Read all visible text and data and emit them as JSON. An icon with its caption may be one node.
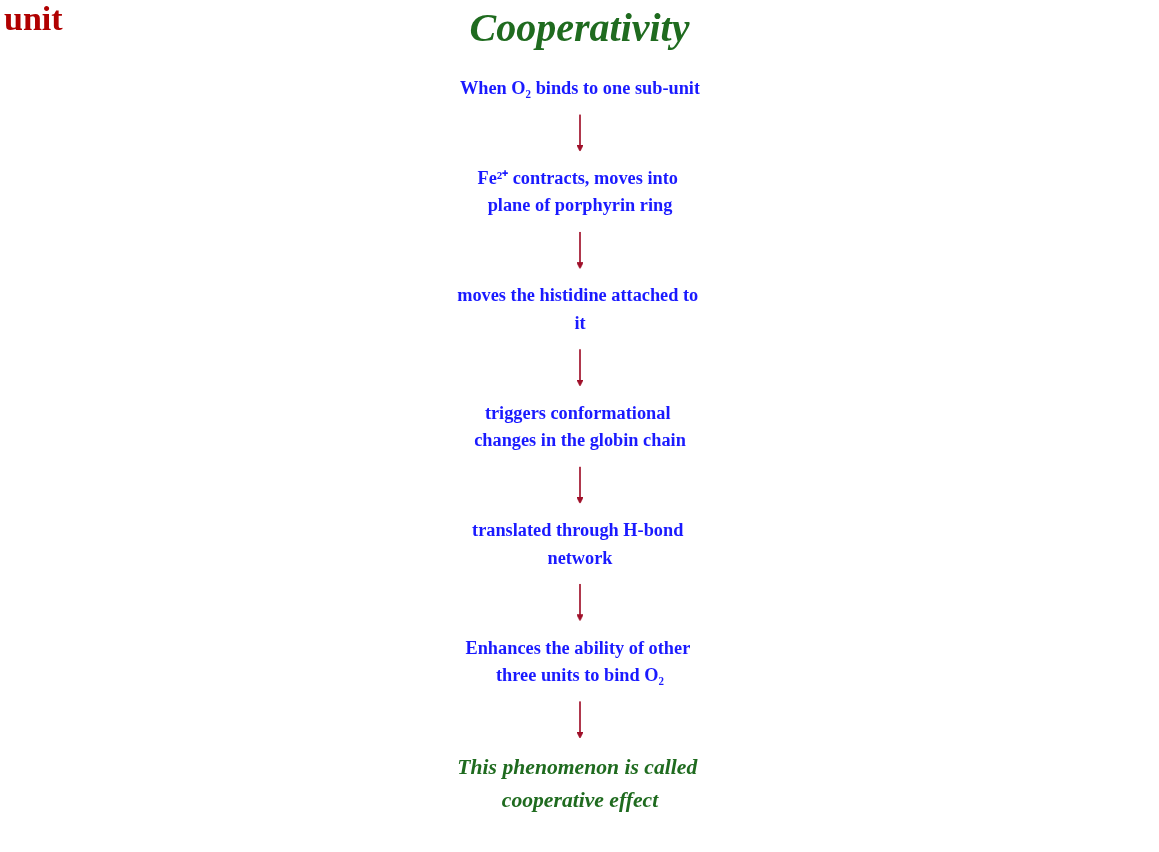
{
  "diagram": {
    "title": "Cooperativity",
    "nodes": [
      {
        "text": [
          "When O₂ binds to one sub-unit"
        ]
      },
      {
        "text": [
          "Fe²⁺ contracts, moves into plane of porphyrin ring"
        ]
      },
      {
        "text": [
          "moves the histidine attached to it"
        ]
      },
      {
        "text": [
          "triggers conformational changes in the globin chain"
        ]
      },
      {
        "text": [
          "translated through H-bond network"
        ]
      },
      {
        "text": [
          "Enhances the ability of other three units to bind O₂"
        ]
      },
      {
        "text": [
          "This phenomenon is called cooperative effect"
        ]
      }
    ],
    "edges": [
      {
        "from": 0,
        "to": 1,
        "arrow": "to"
      },
      {
        "from": 1,
        "to": 2,
        "arrow": "to"
      },
      {
        "from": 2,
        "to": 3,
        "arrow": "to"
      },
      {
        "from": 3,
        "to": 4,
        "arrow": "to"
      },
      {
        "from": 4,
        "to": 5,
        "arrow": "to"
      },
      {
        "from": 5,
        "to": 6,
        "arrow": "to"
      }
    ],
    "labels": [
      "unit"
    ]
  }
}
